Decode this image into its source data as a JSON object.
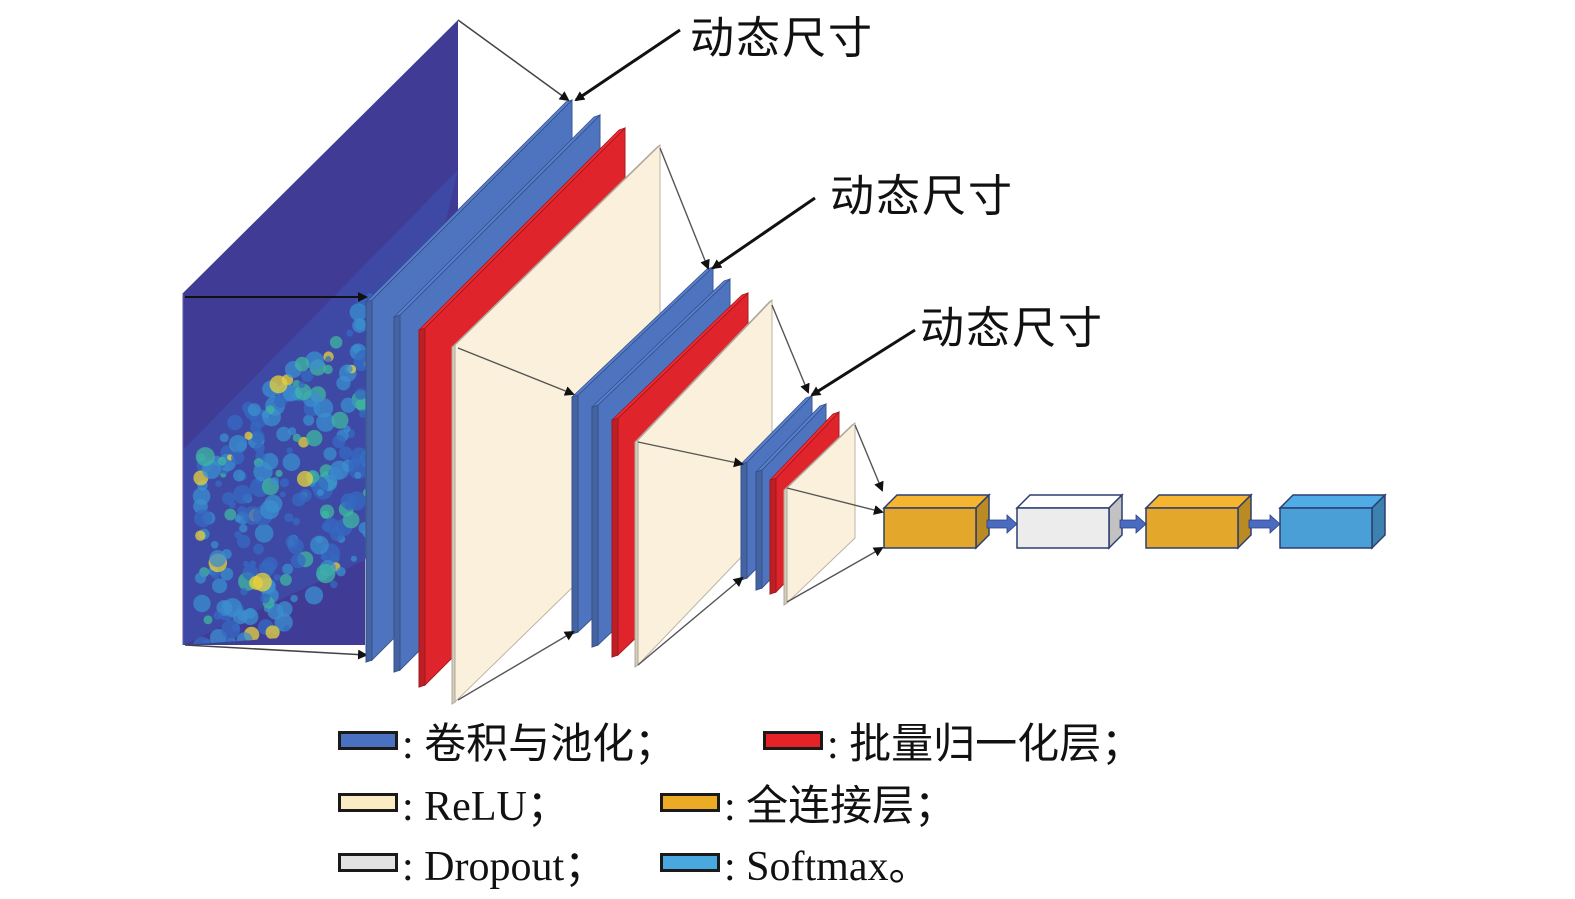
{
  "diagram": {
    "title": "CNN architecture with dynamic-size layers",
    "annotations": [
      {
        "id": "dyn1",
        "text": "动态尺寸"
      },
      {
        "id": "dyn2",
        "text": "动态尺寸"
      },
      {
        "id": "dyn3",
        "text": "动态尺寸"
      }
    ],
    "stages": [
      {
        "name": "input-heatmap",
        "kind": "input"
      },
      {
        "name": "stage-1",
        "layers": [
          "conv-pool",
          "conv-pool",
          "batch-norm",
          "relu"
        ]
      },
      {
        "name": "stage-2",
        "layers": [
          "conv-pool",
          "conv-pool",
          "batch-norm",
          "relu"
        ]
      },
      {
        "name": "stage-3",
        "layers": [
          "conv-pool",
          "conv-pool",
          "batch-norm",
          "relu"
        ]
      }
    ],
    "head": [
      "fully-connected",
      "dropout",
      "fully-connected",
      "softmax"
    ],
    "colors": {
      "conv-pool": "#4f74bf",
      "batch-norm": "#e0242c",
      "relu": "#faf0dc",
      "fully-connected": "#e3a82b",
      "dropout": "#ececec",
      "softmax": "#4a9fd6",
      "input-background": "#403c96",
      "arrow": "#4a6cc0"
    }
  },
  "legend": {
    "rows": [
      [
        {
          "key": "conv-pool",
          "color": "#4a70c0",
          "label": ": 卷积与池化；"
        },
        {
          "key": "batch-norm",
          "color": "#e42228",
          "label": ": 批量归一化层；"
        }
      ],
      [
        {
          "key": "relu",
          "color": "#fbecc4",
          "label": ": ReLU；"
        },
        {
          "key": "fully-connected",
          "color": "#ecab25",
          "label": ": 全连接层；"
        }
      ],
      [
        {
          "key": "dropout",
          "color": "#e2e2e2",
          "label": ": Dropout；"
        },
        {
          "key": "softmax",
          "color": "#4aa8e0",
          "label": ": Softmax。"
        }
      ]
    ]
  }
}
